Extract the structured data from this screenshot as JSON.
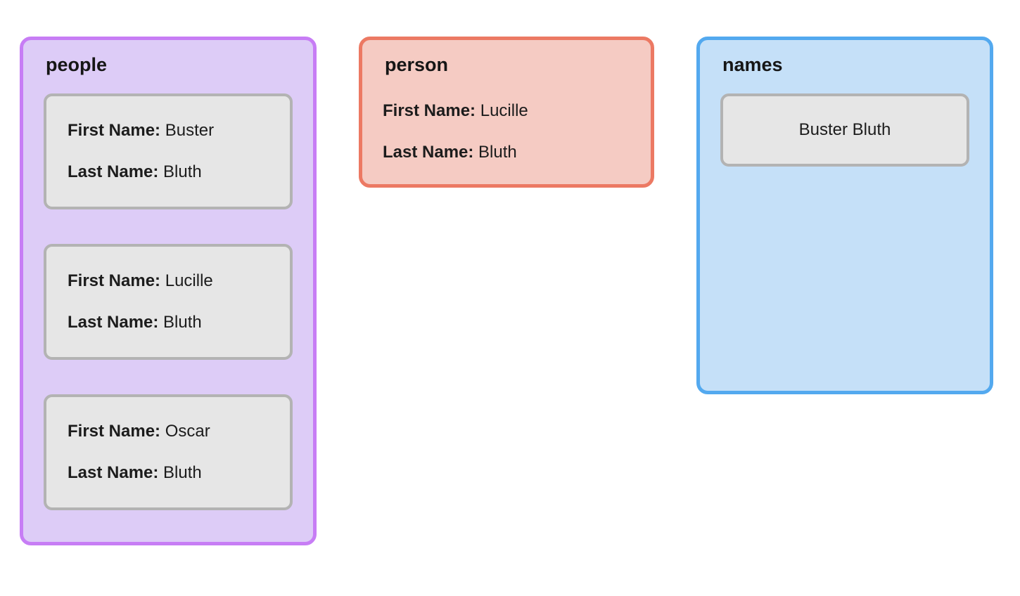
{
  "colors": {
    "page_bg": "#ffffff",
    "people_panel_border": "#c77df5",
    "people_panel_bg": "#ddccf7",
    "person_panel_border": "#ec7963",
    "person_panel_bg": "#f5cbc3",
    "names_panel_border": "#53a9ef",
    "names_panel_bg": "#c5e0f8",
    "card_border": "#b3b3b3",
    "card_bg": "#e6e6e6",
    "text": "#1c1c1c"
  },
  "panels": {
    "people": {
      "title": "people",
      "items": [
        {
          "first_name_label": "First Name:",
          "first_name_value": "Buster",
          "last_name_label": "Last Name:",
          "last_name_value": "Bluth"
        },
        {
          "first_name_label": "First Name:",
          "first_name_value": "Lucille",
          "last_name_label": "Last Name:",
          "last_name_value": "Bluth"
        },
        {
          "first_name_label": "First Name:",
          "first_name_value": "Oscar",
          "last_name_label": "Last Name:",
          "last_name_value": "Bluth"
        }
      ]
    },
    "person": {
      "title": "person",
      "first_name_label": "First Name:",
      "first_name_value": "Lucille",
      "last_name_label": "Last Name:",
      "last_name_value": "Bluth"
    },
    "names": {
      "title": "names",
      "items": [
        {
          "value": "Buster Bluth"
        }
      ]
    }
  }
}
